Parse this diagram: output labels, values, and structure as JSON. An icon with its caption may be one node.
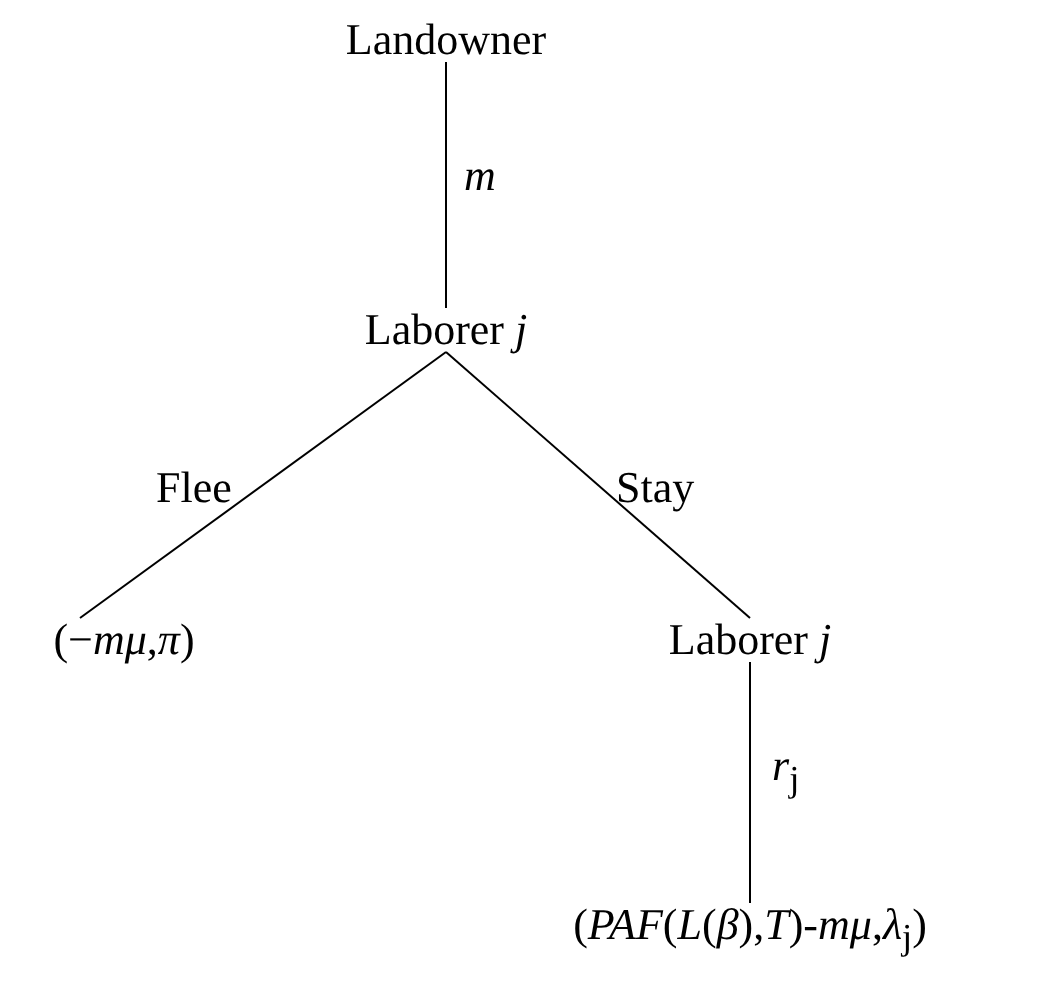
{
  "diagram": {
    "nodes": [
      {
        "text": [
          "Landowner"
        ]
      },
      {
        "text": [
          "Laborer *j*"
        ]
      },
      {
        "text": [
          "(−*mμ*,*π*)"
        ]
      },
      {
        "text": [
          "Laborer *j*"
        ]
      },
      {
        "text": [
          "(*PAF*(*L*(*β*),*T*)-*mμ*,*λ*$_{j}$)"
        ]
      }
    ],
    "edges": [
      {
        "from": 0,
        "to": 1,
        "arrow": "none",
        "label": "*m*"
      },
      {
        "from": 1,
        "to": 2,
        "arrow": "none",
        "label": "Flee"
      },
      {
        "from": 1,
        "to": 3,
        "arrow": "none",
        "label": "Stay"
      },
      {
        "from": 3,
        "to": 4,
        "arrow": "none",
        "label": "*r*$_{j}$"
      }
    ]
  }
}
